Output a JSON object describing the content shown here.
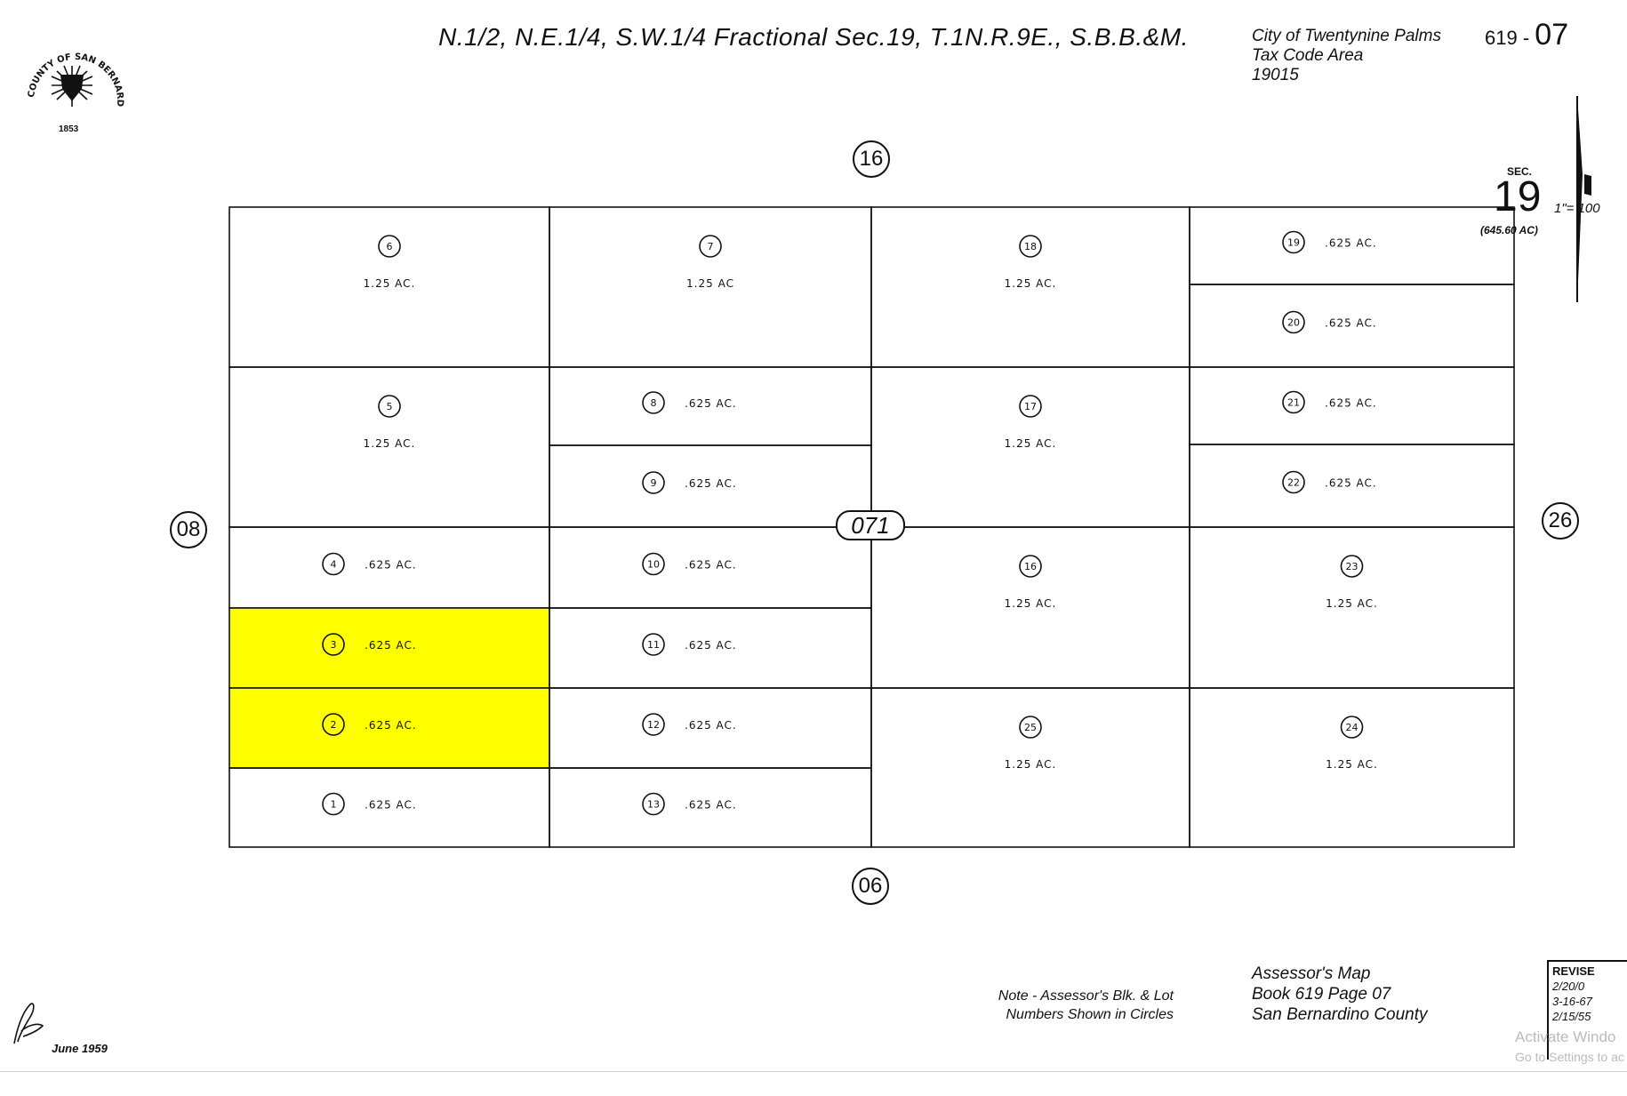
{
  "header": {
    "title": "N.1/2, N.E.1/4, S.W.1/4 Fractional Sec.19, T.1N.R.9E., S.B.B.&M.",
    "city_line1": "City of Twentynine Palms",
    "city_line2": "Tax Code Area",
    "city_line3": "19015",
    "map_book": "619 -",
    "map_page": "07"
  },
  "seal": {
    "text": "COUNTY OF SAN BERNARDINO",
    "year": "1853"
  },
  "section": {
    "label": "SEC.",
    "number": "19",
    "area": "(645.60 AC)",
    "scale": "1\"= 100"
  },
  "block_number": "071",
  "adjacent": {
    "north": "16",
    "south": "06",
    "west": "08",
    "east": "26"
  },
  "parcels": [
    {
      "id": "6",
      "area": "1.25 AC.",
      "highlight": false
    },
    {
      "id": "7",
      "area": "1.25 AC",
      "highlight": false
    },
    {
      "id": "18",
      "area": "1.25 AC.",
      "highlight": false
    },
    {
      "id": "19",
      "area": ".625 AC.",
      "highlight": false
    },
    {
      "id": "20",
      "area": ".625 AC.",
      "highlight": false
    },
    {
      "id": "5",
      "area": "1.25 AC.",
      "highlight": false
    },
    {
      "id": "8",
      "area": ".625 AC.",
      "highlight": false
    },
    {
      "id": "9",
      "area": ".625 AC.",
      "highlight": false
    },
    {
      "id": "17",
      "area": "1.25 AC.",
      "highlight": false
    },
    {
      "id": "21",
      "area": ".625 AC.",
      "highlight": false
    },
    {
      "id": "22",
      "area": ".625 AC.",
      "highlight": false
    },
    {
      "id": "4",
      "area": ".625 AC.",
      "highlight": false
    },
    {
      "id": "10",
      "area": ".625 AC.",
      "highlight": false
    },
    {
      "id": "16",
      "area": "1.25 AC.",
      "highlight": false
    },
    {
      "id": "23",
      "area": "1.25 AC.",
      "highlight": false
    },
    {
      "id": "3",
      "area": ".625 AC.",
      "highlight": true
    },
    {
      "id": "11",
      "area": ".625 AC.",
      "highlight": false
    },
    {
      "id": "2",
      "area": ".625 AC.",
      "highlight": true
    },
    {
      "id": "12",
      "area": ".625 AC.",
      "highlight": false
    },
    {
      "id": "25",
      "area": "1.25 AC.",
      "highlight": false
    },
    {
      "id": "24",
      "area": "1.25 AC.",
      "highlight": false
    },
    {
      "id": "1",
      "area": ".625 AC.",
      "highlight": false
    },
    {
      "id": "13",
      "area": ".625 AC.",
      "highlight": false
    }
  ],
  "colors": {
    "highlight": "#ffff00",
    "line": "#111111"
  },
  "footer": {
    "note_line1": "Note - Assessor's Blk. & Lot",
    "note_line2": "Numbers Shown in Circles",
    "book_line1": "Assessor's  Map",
    "book_line2": "Book 619  Page 07",
    "book_line3": "San  Bernardino  County",
    "revise_title": "REVISE",
    "revise_dates": [
      "2/20/0",
      "3-16-67",
      "2/15/55"
    ],
    "date": "June 1959"
  },
  "watermark": {
    "line1": "Activate Windo",
    "line2": "Go to Settings to ac"
  }
}
